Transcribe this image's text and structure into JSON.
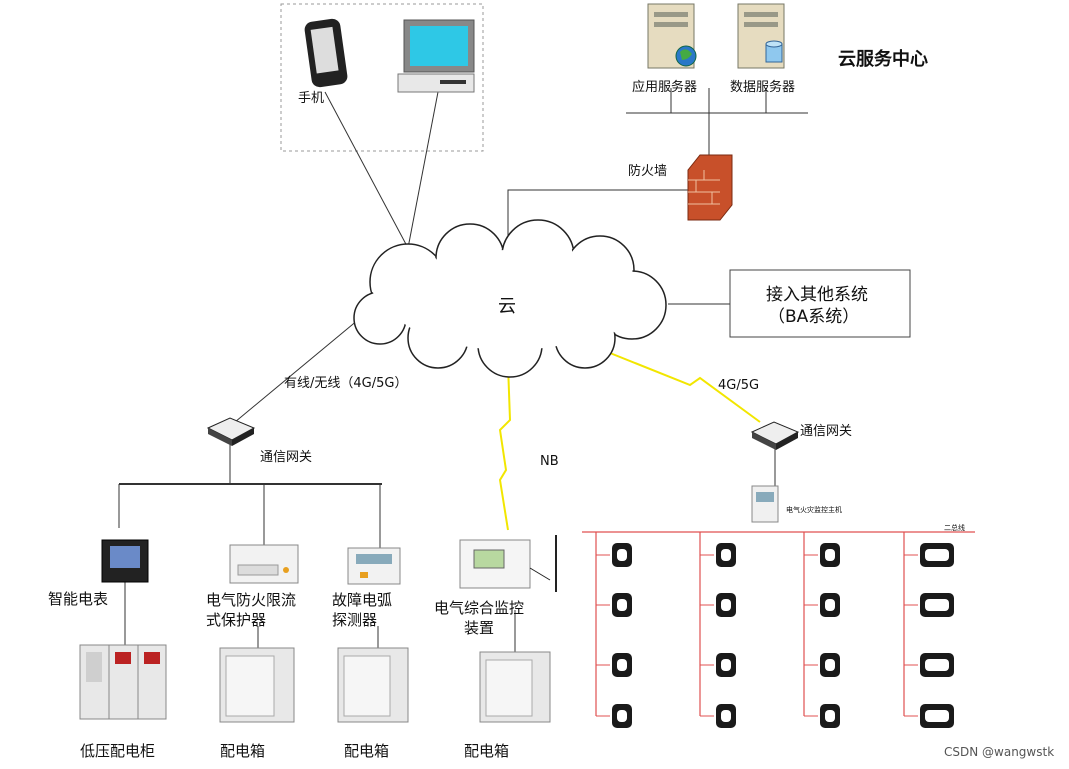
{
  "cloud_center": {
    "title": "云服务中心",
    "app_server": "应用服务器",
    "data_server": "数据服务器"
  },
  "firewall": "防火墙",
  "cloud": "云",
  "user_devices": {
    "phone": "手机"
  },
  "other_systems": {
    "line1": "接入其他系统",
    "line2": "（BA系统）"
  },
  "links": {
    "wired_wireless": "有线/无线（4G/5G）",
    "nb": "NB",
    "cellular": "4G/5G"
  },
  "gateway_left": "通信网关",
  "gateway_right": "通信网关",
  "devices": {
    "smart_meter": "智能电表",
    "current_limiter": "电气防火限流式保护器",
    "arc_detector": "故障电弧探测器",
    "monitor": "电气综合监控装置"
  },
  "cabinets": {
    "low_voltage": "低压配电柜",
    "box1": "配电箱",
    "box2": "配电箱",
    "box3": "配电箱"
  },
  "fire_host": "电气火灾监控主机",
  "bus_label": "二总线",
  "watermark": "CSDN @wangwstk",
  "colors": {
    "bus_red": "#e05050",
    "lightning": "#f2e600",
    "firewall": "#c8502a",
    "screen": "#2ec8e6"
  }
}
